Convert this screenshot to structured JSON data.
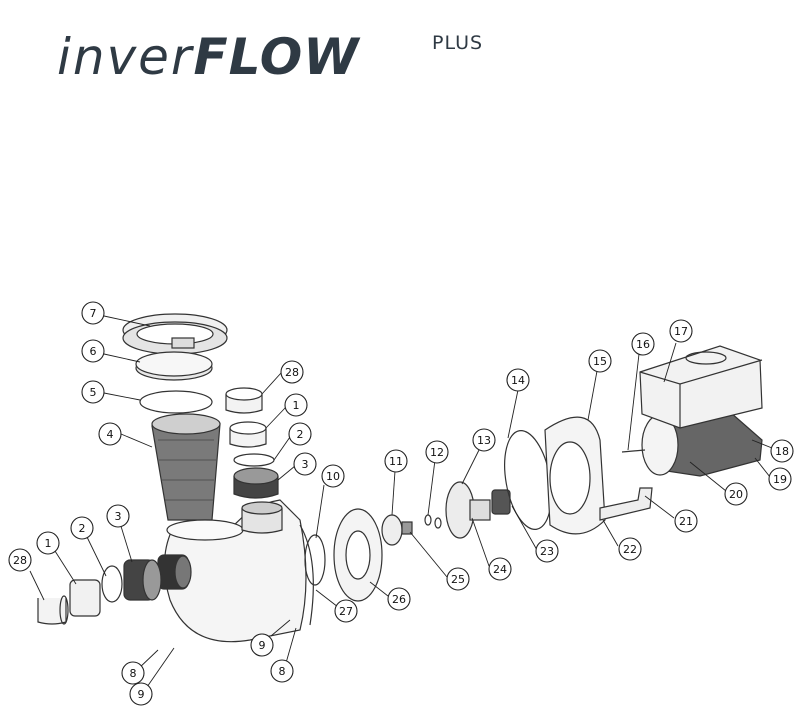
{
  "logo": {
    "prefix": "inver",
    "brand": "FLOW",
    "suffix": "PLUS"
  },
  "callouts": [
    {
      "id": "c7",
      "label": "7"
    },
    {
      "id": "c6",
      "label": "6"
    },
    {
      "id": "c5",
      "label": "5"
    },
    {
      "id": "c4",
      "label": "4"
    },
    {
      "id": "c28a",
      "label": "28"
    },
    {
      "id": "c1a",
      "label": "1"
    },
    {
      "id": "c2a",
      "label": "2"
    },
    {
      "id": "c3a",
      "label": "3"
    },
    {
      "id": "c10",
      "label": "10"
    },
    {
      "id": "c11",
      "label": "11"
    },
    {
      "id": "c12",
      "label": "12"
    },
    {
      "id": "c13",
      "label": "13"
    },
    {
      "id": "c14",
      "label": "14"
    },
    {
      "id": "c15",
      "label": "15"
    },
    {
      "id": "c16",
      "label": "16"
    },
    {
      "id": "c17",
      "label": "17"
    },
    {
      "id": "c18",
      "label": "18"
    },
    {
      "id": "c19",
      "label": "19"
    },
    {
      "id": "c20",
      "label": "20"
    },
    {
      "id": "c21",
      "label": "21"
    },
    {
      "id": "c22",
      "label": "22"
    },
    {
      "id": "c23",
      "label": "23"
    },
    {
      "id": "c24",
      "label": "24"
    },
    {
      "id": "c25",
      "label": "25"
    },
    {
      "id": "c26",
      "label": "26"
    },
    {
      "id": "c27",
      "label": "27"
    },
    {
      "id": "c28b",
      "label": "28"
    },
    {
      "id": "c1b",
      "label": "1"
    },
    {
      "id": "c2b",
      "label": "2"
    },
    {
      "id": "c3b",
      "label": "3"
    },
    {
      "id": "c9a",
      "label": "9"
    },
    {
      "id": "c8a",
      "label": "8"
    },
    {
      "id": "c8b",
      "label": "8"
    },
    {
      "id": "c9b",
      "label": "9"
    }
  ]
}
